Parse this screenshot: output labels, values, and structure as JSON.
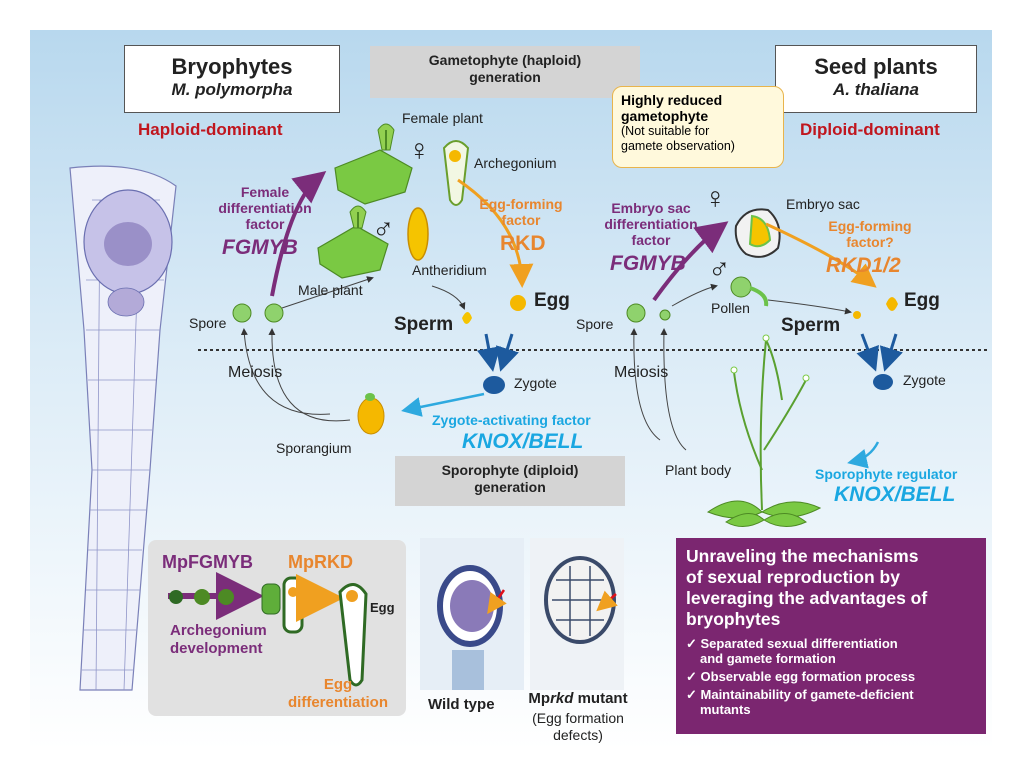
{
  "bryophytes": {
    "title": "Bryophytes",
    "species": "M. polymorpha",
    "dominance": "Haploid-dominant"
  },
  "seed_plants": {
    "title": "Seed plants",
    "species": "A. thaliana",
    "dominance": "Diploid-dominant"
  },
  "gametophyte": {
    "line1": "Gametophyte (haploid)",
    "line2": "generation"
  },
  "sporophyte": {
    "line1": "Sporophyte (diploid)",
    "line2": "generation"
  },
  "callout": {
    "line1": "Highly reduced",
    "line2": "gametophyte",
    "line3": "(Not suitable for",
    "line4": "gamete observation)"
  },
  "left_cycle": {
    "female_plant": "Female plant",
    "archegonium": "Archegonium",
    "antheridium": "Antheridium",
    "male_plant": "Male plant",
    "spore": "Spore",
    "sperm": "Sperm",
    "egg": "Egg",
    "meiosis": "Meiosis",
    "zygote": "Zygote",
    "sporangium": "Sporangium",
    "female_factor": {
      "line1": "Female",
      "line2": "differentiation",
      "line3": "factor",
      "gene": "FGMYB"
    },
    "egg_factor": {
      "line1": "Egg-forming",
      "line2": "factor",
      "gene": "RKD"
    },
    "zygote_factor": {
      "label": "Zygote-activating factor",
      "gene": "KNOX/BELL"
    }
  },
  "right_cycle": {
    "embryo_sac": "Embryo sac",
    "pollen": "Pollen",
    "spore": "Spore",
    "sperm": "Sperm",
    "egg": "Egg",
    "meiosis": "Meiosis",
    "zygote": "Zygote",
    "plant_body": "Plant body",
    "embryo_factor": {
      "line1": "Embryo sac",
      "line2": "differentiation",
      "line3": "factor",
      "gene": "FGMYB"
    },
    "egg_factor": {
      "line1": "Egg-forming",
      "line2": "factor?",
      "gene": "RKD1/2"
    },
    "sporophyte_reg": {
      "label": "Sporophyte regulator",
      "gene": "KNOX/BELL"
    }
  },
  "symbols": {
    "female": "♀",
    "male": "♂"
  },
  "legend": {
    "mpfgmyb": "MpFGMYB",
    "mprkd": "MpRKD",
    "egg": "Egg",
    "arch_dev1": "Archegonium",
    "arch_dev2": "development",
    "egg_diff1": "Egg",
    "egg_diff2": "differentiation"
  },
  "photos": {
    "wild_type": "Wild type",
    "mutant_prefix": "Mp",
    "mutant_italic": "rkd",
    "mutant_suffix": " mutant",
    "mutant_note1": "(Egg formation",
    "mutant_note2": "defects)"
  },
  "summary": {
    "title1": "Unraveling the mechanisms",
    "title2": "of sexual reproduction by",
    "title3": "leveraging the advantages of",
    "title4": "bryophytes",
    "bullets": [
      {
        "line1": "Separated sexual differentiation",
        "line2": "and gamete formation"
      },
      {
        "line1": "Observable egg formation process",
        "line2": ""
      },
      {
        "line1": "Maintainability of gamete-deficient",
        "line2": "mutants"
      }
    ]
  },
  "colors": {
    "purple": "#7b2d7a",
    "orange": "#e8862e",
    "red": "#c0161e",
    "cyan": "#1aa7e1",
    "summary_bg": "#7b2670",
    "green": "#6cc24a",
    "egg_yellow": "#f5b800",
    "zygote_blue": "#1d5a9e"
  }
}
